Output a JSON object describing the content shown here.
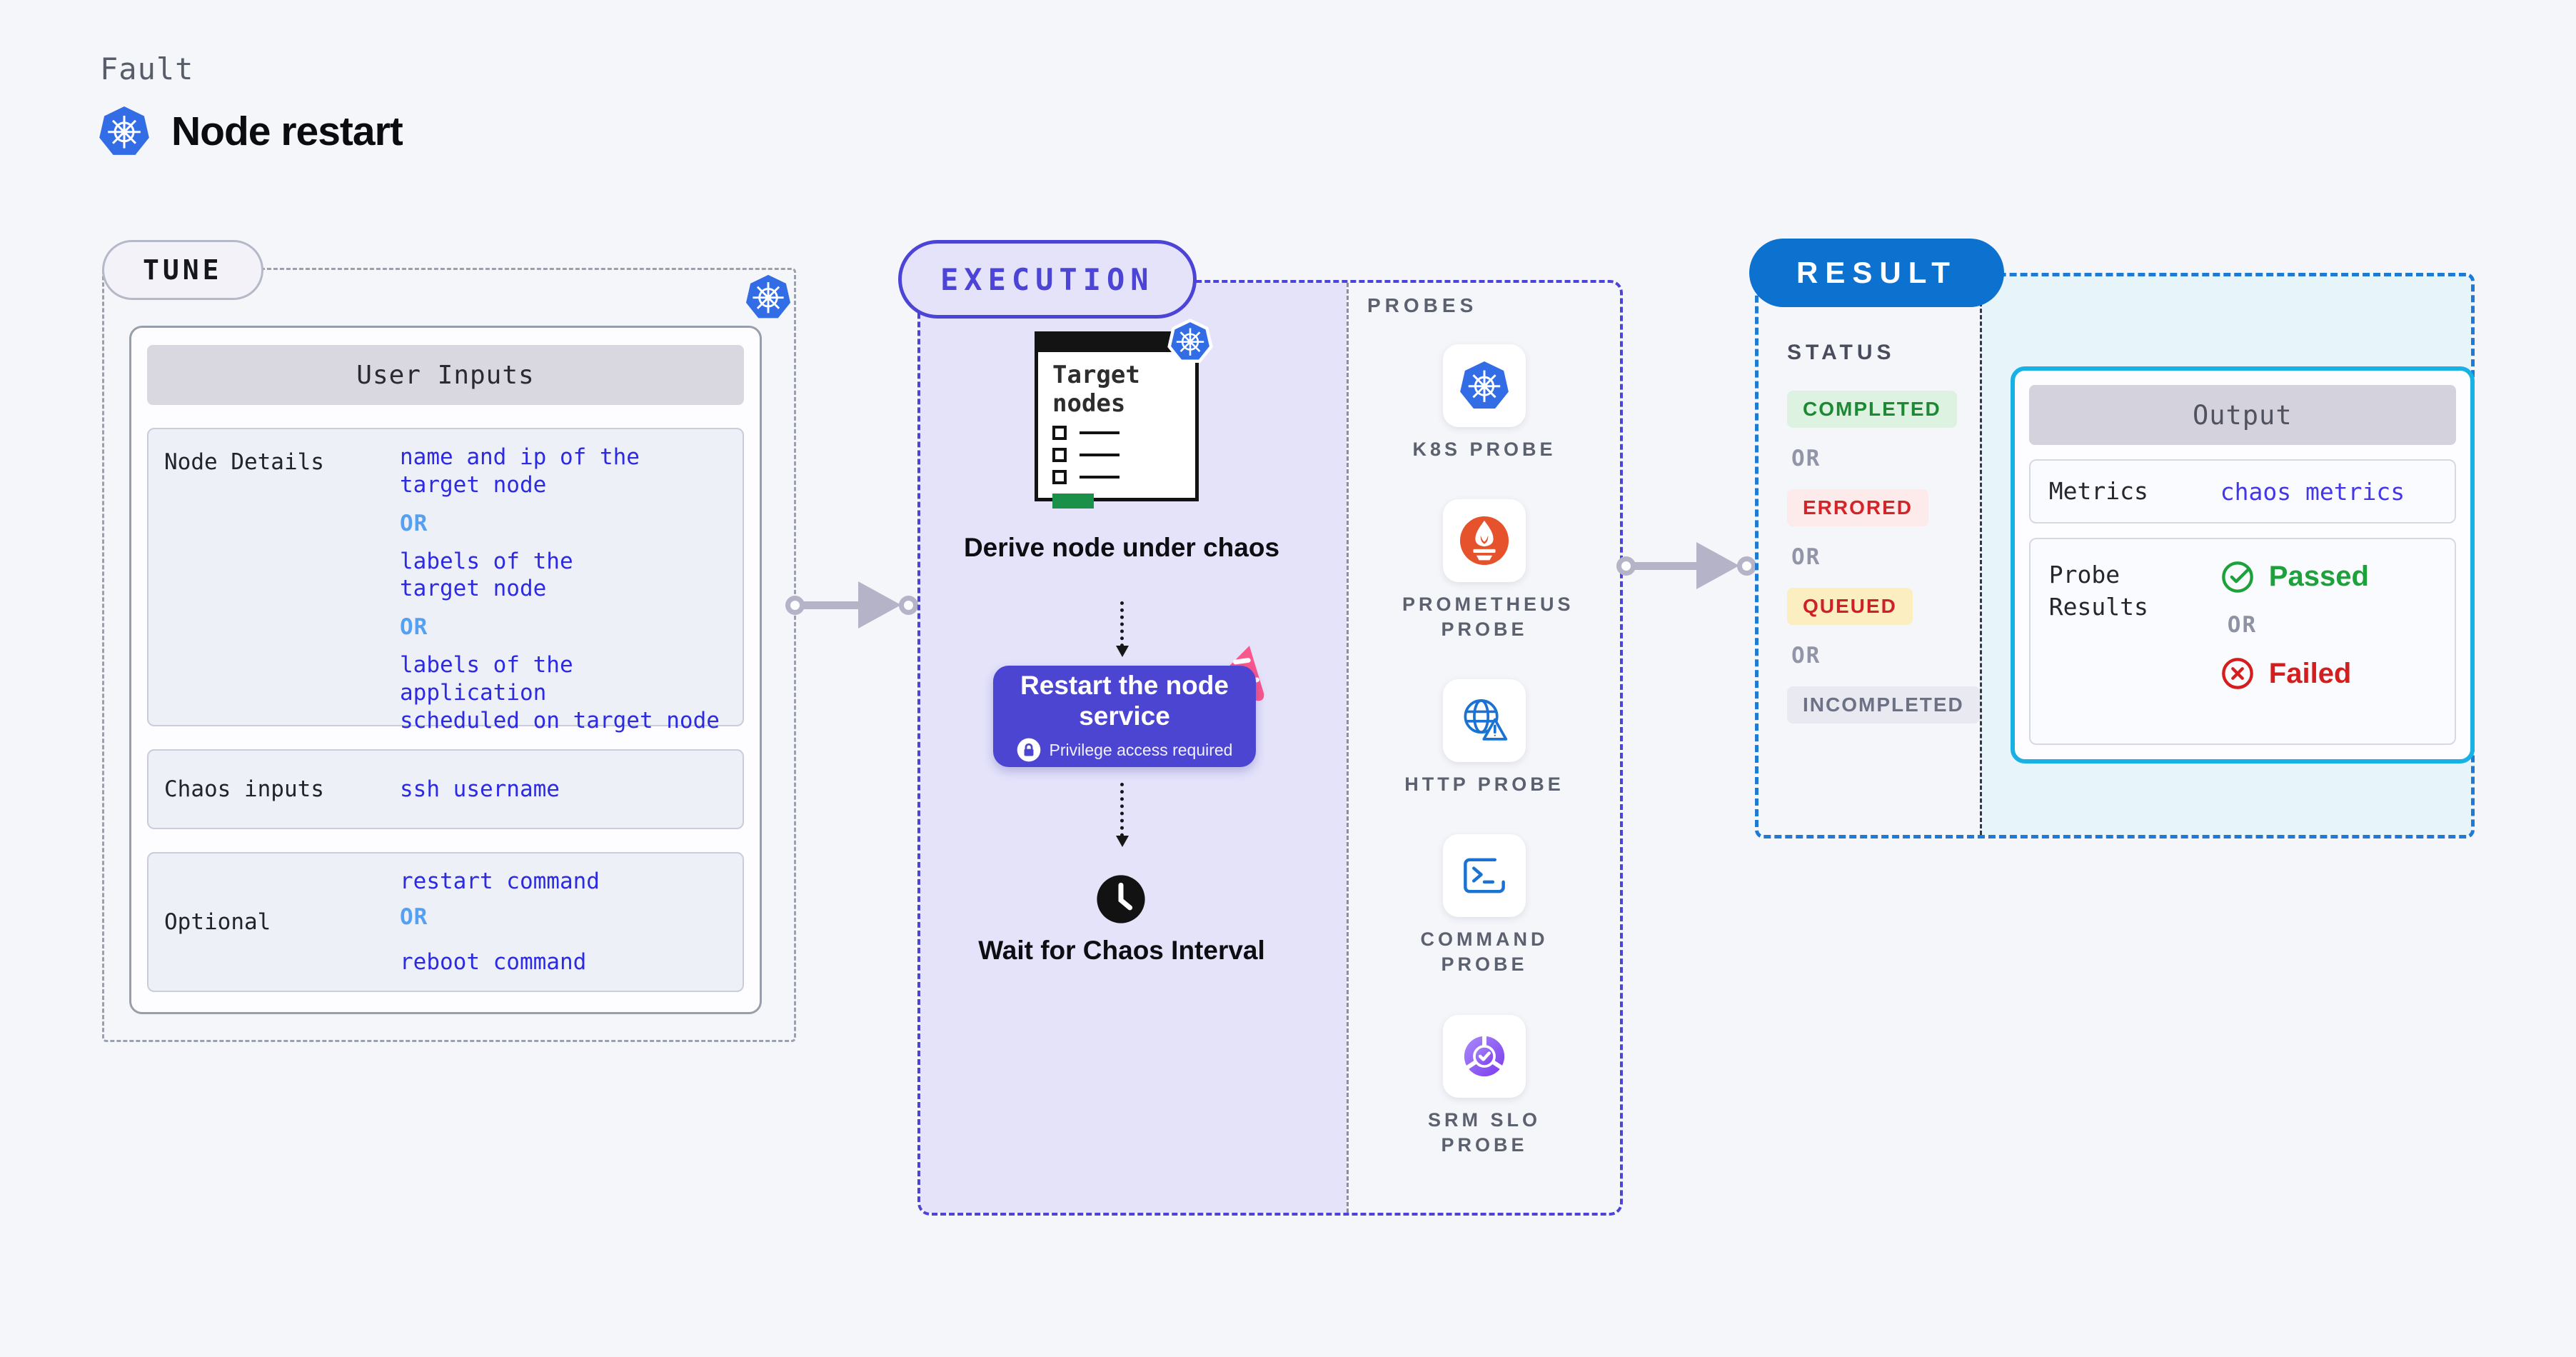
{
  "header": {
    "kicker": "Fault",
    "title": "Node restart"
  },
  "tune": {
    "label": "TUNE",
    "card": {
      "header": "User Inputs",
      "rows": [
        {
          "label": "Node Details",
          "values": [
            {
              "type": "value",
              "text": "name and ip of the\ntarget node"
            },
            {
              "type": "or",
              "text": "OR"
            },
            {
              "type": "value",
              "text": "labels of the\ntarget node"
            },
            {
              "type": "or",
              "text": "OR"
            },
            {
              "type": "value",
              "text": "labels of the application\nscheduled on target node"
            }
          ]
        },
        {
          "label": "Chaos inputs",
          "values": [
            {
              "type": "value",
              "text": "ssh username"
            }
          ]
        },
        {
          "label": "Optional",
          "values": [
            {
              "type": "value",
              "text": "restart command"
            },
            {
              "type": "or",
              "text": "OR"
            },
            {
              "type": "value",
              "text": "reboot command"
            }
          ]
        }
      ]
    }
  },
  "execution": {
    "label": "EXECUTION",
    "target_card_title": "Target\nnodes",
    "derive_caption": "Derive node under chaos",
    "restart_button": {
      "title": "Restart the node service",
      "subtitle": "Privilege access required"
    },
    "wait_caption": "Wait for Chaos Interval",
    "probes": {
      "label": "PROBES",
      "items": [
        {
          "name": "K8S PROBE",
          "icon": "kubernetes-icon"
        },
        {
          "name": "PROMETHEUS PROBE",
          "icon": "prometheus-icon"
        },
        {
          "name": "HTTP PROBE",
          "icon": "http-globe-warning-icon"
        },
        {
          "name": "COMMAND PROBE",
          "icon": "terminal-icon"
        },
        {
          "name": "SRM SLO PROBE",
          "icon": "slo-gauge-check-icon"
        }
      ]
    }
  },
  "result": {
    "label": "RESULT",
    "status": {
      "label": "STATUS",
      "or_label": "OR",
      "badges": [
        {
          "text": "COMPLETED",
          "type": "completed",
          "color": "#1b8a33",
          "bg": "#def2e2"
        },
        {
          "text": "ERRORED",
          "type": "errored",
          "color": "#d42428",
          "bg": "#fcebea"
        },
        {
          "text": "QUEUED",
          "type": "queued",
          "color": "#d01f26",
          "bg": "#fbeec0"
        },
        {
          "text": "INCOMPLETED",
          "type": "incompleted",
          "color": "#6c7186",
          "bg": "#e9eaf1"
        }
      ]
    },
    "output": {
      "header": "Output",
      "metrics_label": "Metrics",
      "metrics_value": "chaos metrics",
      "probe_results_label": "Probe Results",
      "passed_label": "Passed",
      "or_label": "OR",
      "failed_label": "Failed"
    }
  },
  "colors": {
    "page_bg": "#f5f6fa",
    "indigo_accent": "#4b44d6",
    "execution_fill": "#e4e3fa",
    "result_blue": "#0d71cf",
    "result_dash_blue": "#1e7ad2",
    "result_fill": "#e7f5fb",
    "cyan_border": "#17b1e5",
    "value_blue": "#2c2ae2",
    "or_light_blue": "#55a0f2",
    "arrow_gray": "#b4b3c7",
    "passed_green": "#1da23b",
    "failed_red": "#d61d1d",
    "kubernetes_blue": "#326de6",
    "prometheus_orange": "#e6522c",
    "probe_icon_blue": "#1a73d2",
    "srm_purple": "#7c3aed",
    "button_indigo": "#4b45d1",
    "pink_badge": "#f9578d",
    "target_green": "#1b9048"
  }
}
